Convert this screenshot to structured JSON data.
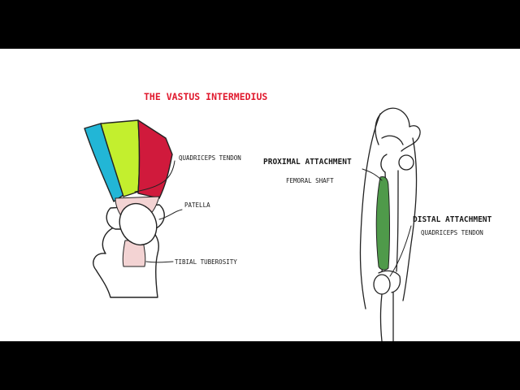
{
  "title": "THE VASTUS INTERMEDIUS",
  "left_labels": {
    "quadriceps_tendon": "QUADRICEPS TENDON",
    "patella": "PATELLA",
    "tibial_tuberosity": "TIBIAL TUBEROSITY"
  },
  "proximal": {
    "heading": "PROXIMAL ATTACHMENT",
    "detail": "FEMORAL SHAFT"
  },
  "distal": {
    "heading": "DISTAL ATTACHMENT",
    "detail": "QUADRICEPS TENDON"
  },
  "colors": {
    "title": "#e0192d",
    "muscle_blue": "#22b6d6",
    "muscle_green": "#c3ef2e",
    "muscle_red": "#d01a3c",
    "vastus_intermedius": "#4f9a4a",
    "tendon": "#f3d3d3"
  }
}
